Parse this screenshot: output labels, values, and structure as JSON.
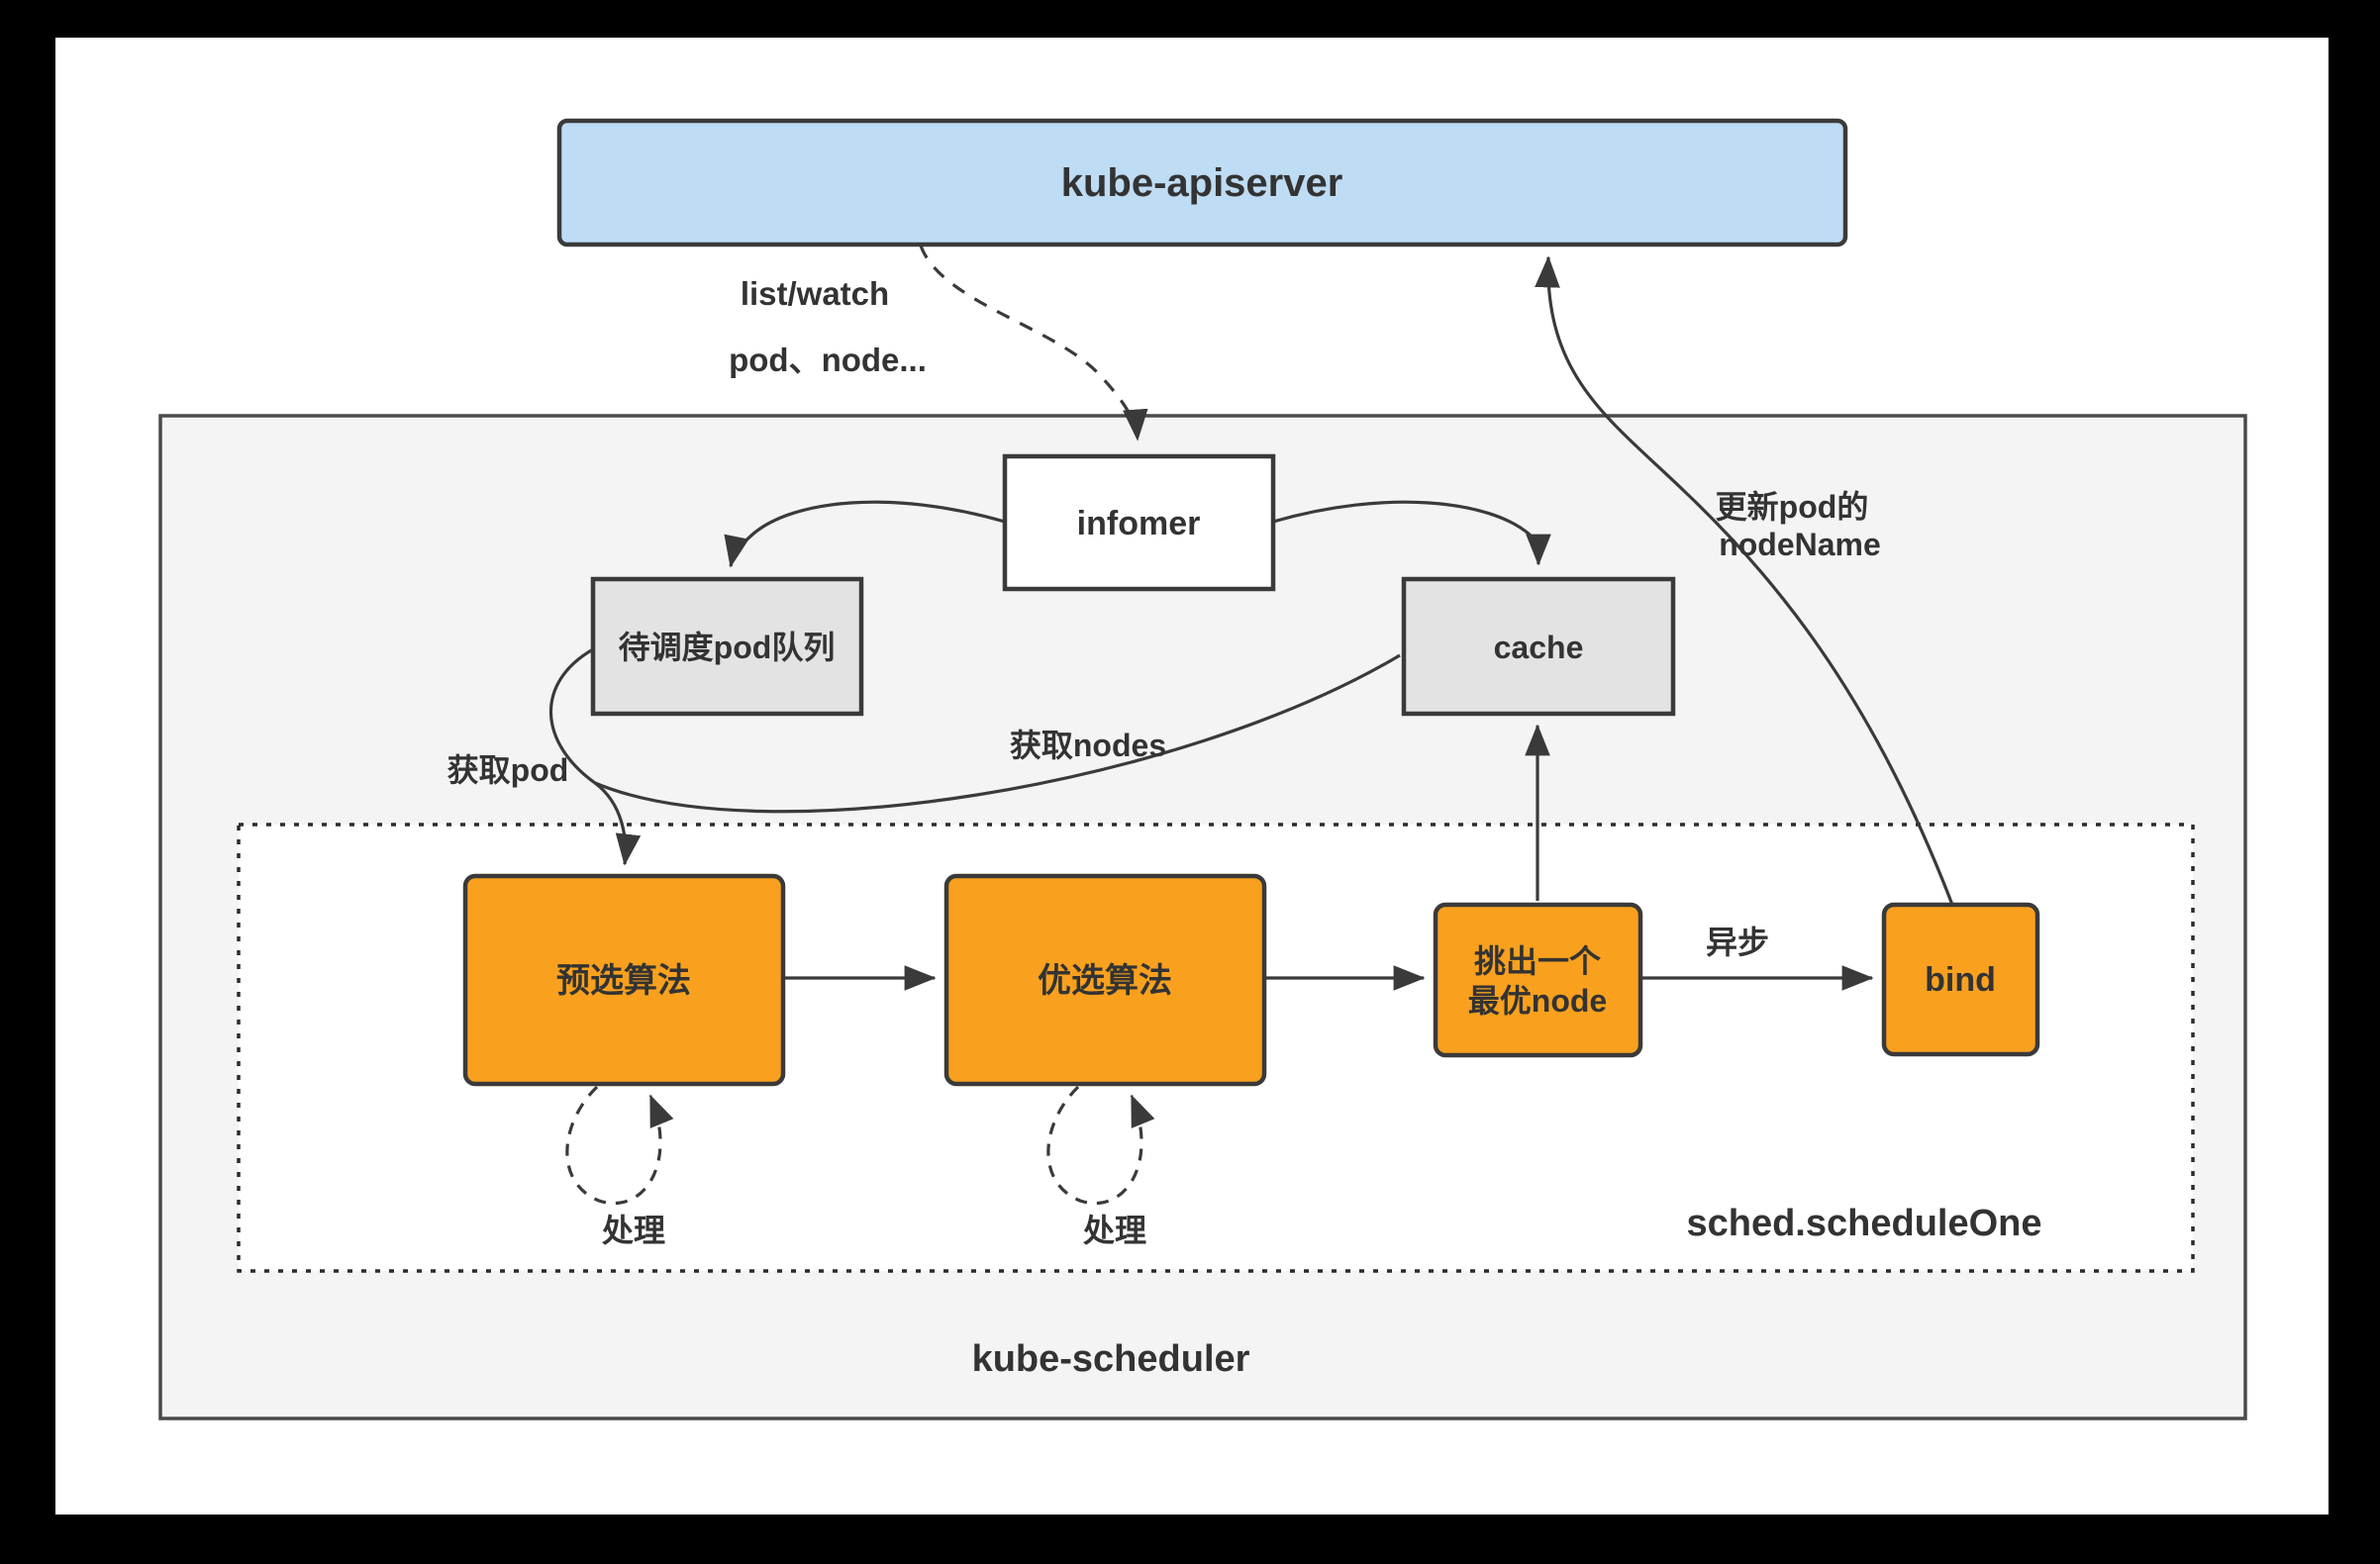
{
  "diagram": {
    "title_node": "kube-apiserver",
    "containers": {
      "scheduler_label": "kube-scheduler",
      "schedule_one_label": "sched.scheduleOne"
    },
    "nodes": {
      "apiserver": {
        "label": "kube-apiserver"
      },
      "infomer": {
        "label": "infomer"
      },
      "pod_queue": {
        "label": "待调度pod队列"
      },
      "cache": {
        "label": "cache"
      },
      "predicate_algo": {
        "label": "预选算法"
      },
      "priority_algo": {
        "label": "优选算法"
      },
      "pick_best_node": {
        "label_line1": "挑出一个",
        "label_line2": "最优node"
      },
      "bind": {
        "label": "bind"
      }
    },
    "edge_labels": {
      "list_watch_line1": "list/watch",
      "list_watch_line2": "pod、node...",
      "get_pod": "获取pod",
      "get_nodes": "获取nodes",
      "async": "异步",
      "process_predicate": "处理",
      "process_priority": "处理",
      "update_nodename_line1": "更新pod的",
      "update_nodename_line2": "nodeName"
    },
    "colors": {
      "node_orange": "#F9A11E",
      "node_blue": "#BEDCF4",
      "node_gray": "#E3E3E3",
      "container_gray": "#F4F4F4",
      "page_white": "#FFFFFF",
      "frame_black": "#000000",
      "stroke_dark": "#3A3A3A",
      "text_dark": "#333333"
    }
  }
}
